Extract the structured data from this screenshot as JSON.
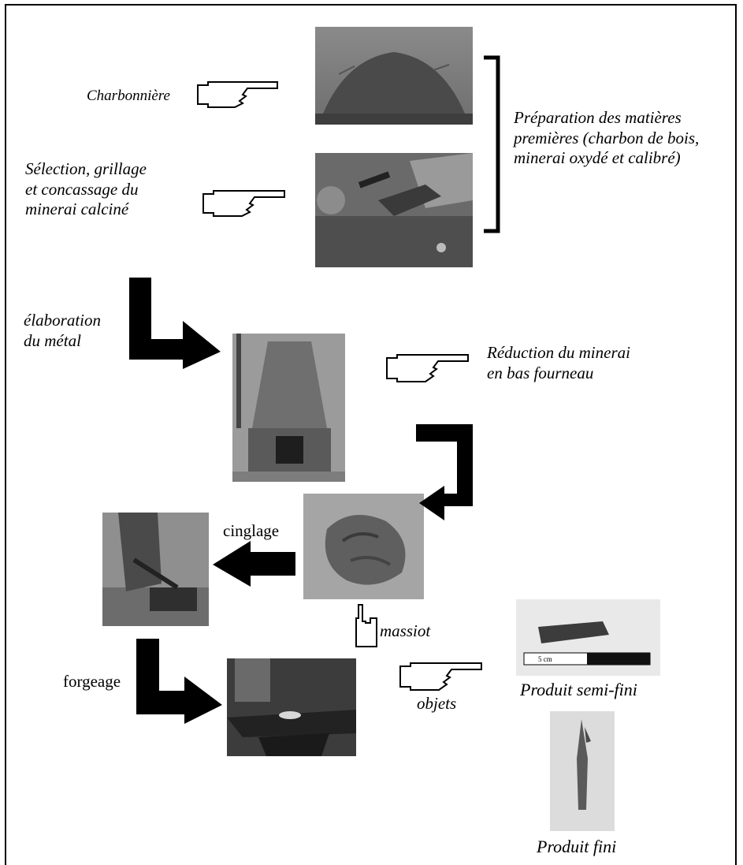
{
  "labels": {
    "charbonniere": "Charbonnière",
    "selection_1": "Sélection, grillage",
    "selection_2": "et concassage du",
    "selection_3": "minerai calciné",
    "preparation_1": "Préparation des matières",
    "preparation_2": "premières (charbon de bois,",
    "preparation_3": "minerai oxydé et calibré)",
    "elaboration_1": "élaboration",
    "elaboration_2": "du métal",
    "reduction_1": "Réduction du minerai",
    "reduction_2": "en bas fourneau",
    "cinglage": "cinglage",
    "massiot": "massiot",
    "forgeage": "forgeage",
    "objets": "objets",
    "semi_fini": "Produit semi-fini",
    "fini": "Produit fini",
    "scale": "5 cm"
  },
  "colors": {
    "ink": "#000000",
    "paper": "#ffffff"
  }
}
